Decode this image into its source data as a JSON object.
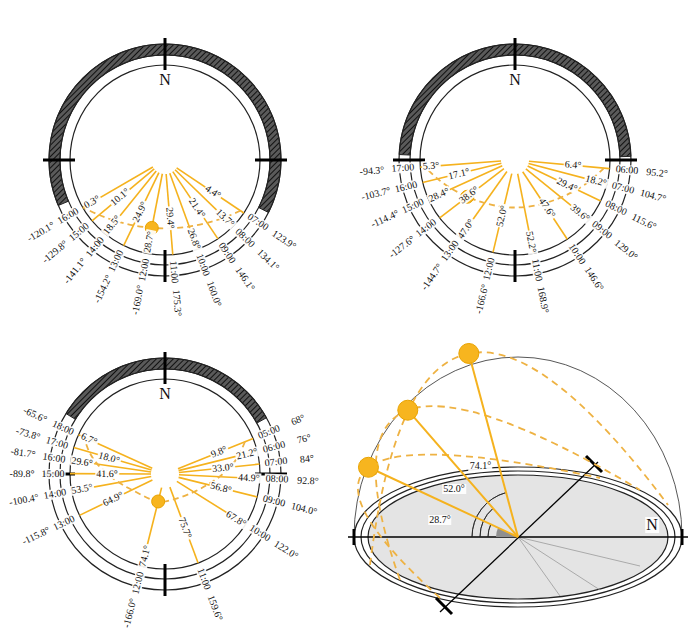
{
  "diagram": {
    "labels": [
      "N",
      "07:00",
      "123.9°",
      "4.4°",
      "08:00",
      "134.1°",
      "13.7°",
      "09:00",
      "146.1°",
      "21.4°",
      "10:00",
      "160.0°",
      "26.8°",
      "11:00",
      "175.3°",
      "29.4°",
      "12:00",
      "-169.0°",
      "28.7°",
      "13:00",
      "-154.2°",
      "24.9°",
      "14:00",
      "-141.1°",
      "18.5°",
      "15:00",
      "-129.8°",
      "10.1°",
      "16:00",
      "-120.1°",
      "0.3°",
      "N",
      "06:00",
      "95.2°",
      "6.4°",
      "07:00",
      "104.7°",
      "18.2°",
      "08:00",
      "115.6°",
      "29.4°",
      "09:00",
      "129.0°",
      "39.6°",
      "10:00",
      "146.6°",
      "47.6°",
      "11:00",
      "168.9°",
      "52.2°",
      "12:00",
      "-166.6°",
      "52.0°",
      "13:00",
      "-144.7°",
      "47.0°",
      "14:00",
      "-127.6°",
      "38.6°",
      "15:00",
      "-114.4°",
      "28.4°",
      "16:00",
      "-103.7°",
      "17.1°",
      "17:00",
      "-94.3°",
      "5.3°",
      "N",
      "05:00",
      "68°",
      "9.8°",
      "06:00",
      "76°",
      "21.2°",
      "07:00",
      "84°",
      "33.0°",
      "08:00",
      "92.8°",
      "44.9°",
      "09:00",
      "104.0°",
      "56.8°",
      "10:00",
      "122.0°",
      "67.8°",
      "11:00",
      "159.6°",
      "75.7°",
      "12:00",
      "-166.0°",
      "74.1°",
      "13:00",
      "-115.8°",
      "64.9°",
      "14:00",
      "-100.4°",
      "53.5°",
      "15:00",
      "-89.8°",
      "41.6°",
      "16:00",
      "-81.7°",
      "29.6°",
      "17:00",
      "-73.8°",
      "18.0°",
      "18:00",
      "-65.6°",
      "6.7°",
      "74.1°",
      "52.0°",
      "28.7°",
      "N"
    ]
  }
}
